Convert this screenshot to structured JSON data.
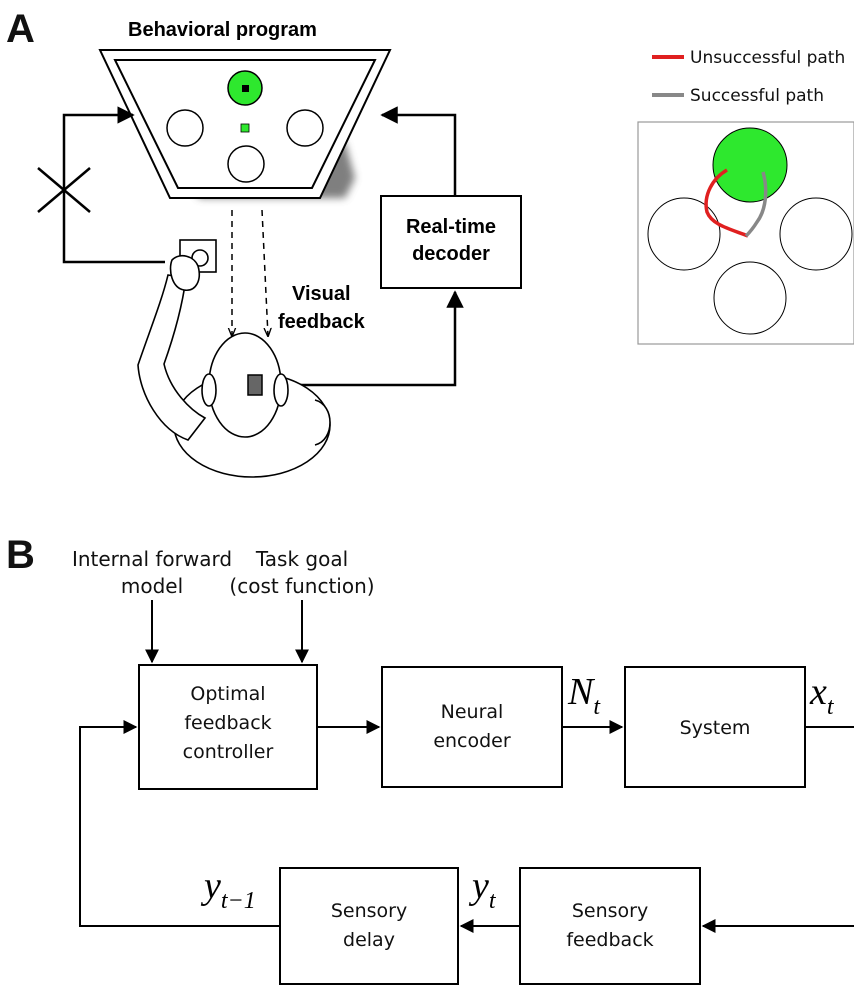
{
  "panel_a": {
    "letter": "A",
    "behavioral_program": "Behavioral program",
    "decoder_line1": "Real-time",
    "decoder_line2": "decoder",
    "visual_line1": "Visual",
    "visual_line2": "feedback",
    "legend": {
      "unsuccessful": "Unsuccessful path",
      "successful": "Successful path",
      "unsuccessful_color": "#e02020",
      "successful_color": "#888888"
    },
    "target_color": "#2ee82e"
  },
  "panel_b": {
    "letter": "B",
    "forward_model_line1": "Internal forward",
    "forward_model_line2": "model",
    "task_goal_line1": "Task goal",
    "task_goal_line2": "(cost function)",
    "controller_line1": "Optimal",
    "controller_line2": "feedback",
    "controller_line3": "controller",
    "encoder_line1": "Neural",
    "encoder_line2": "encoder",
    "system": "System",
    "sensory_delay_line1": "Sensory",
    "sensory_delay_line2": "delay",
    "sensory_feedback_line1": "Sensory",
    "sensory_feedback_line2": "feedback",
    "sym_N": "N",
    "sym_N_sub": "t",
    "sym_x": "x",
    "sym_x_sub": "t",
    "sym_y": "y",
    "sym_y_sub": "t",
    "sym_y_prev": "y",
    "sym_y_prev_sub": "t−1"
  }
}
